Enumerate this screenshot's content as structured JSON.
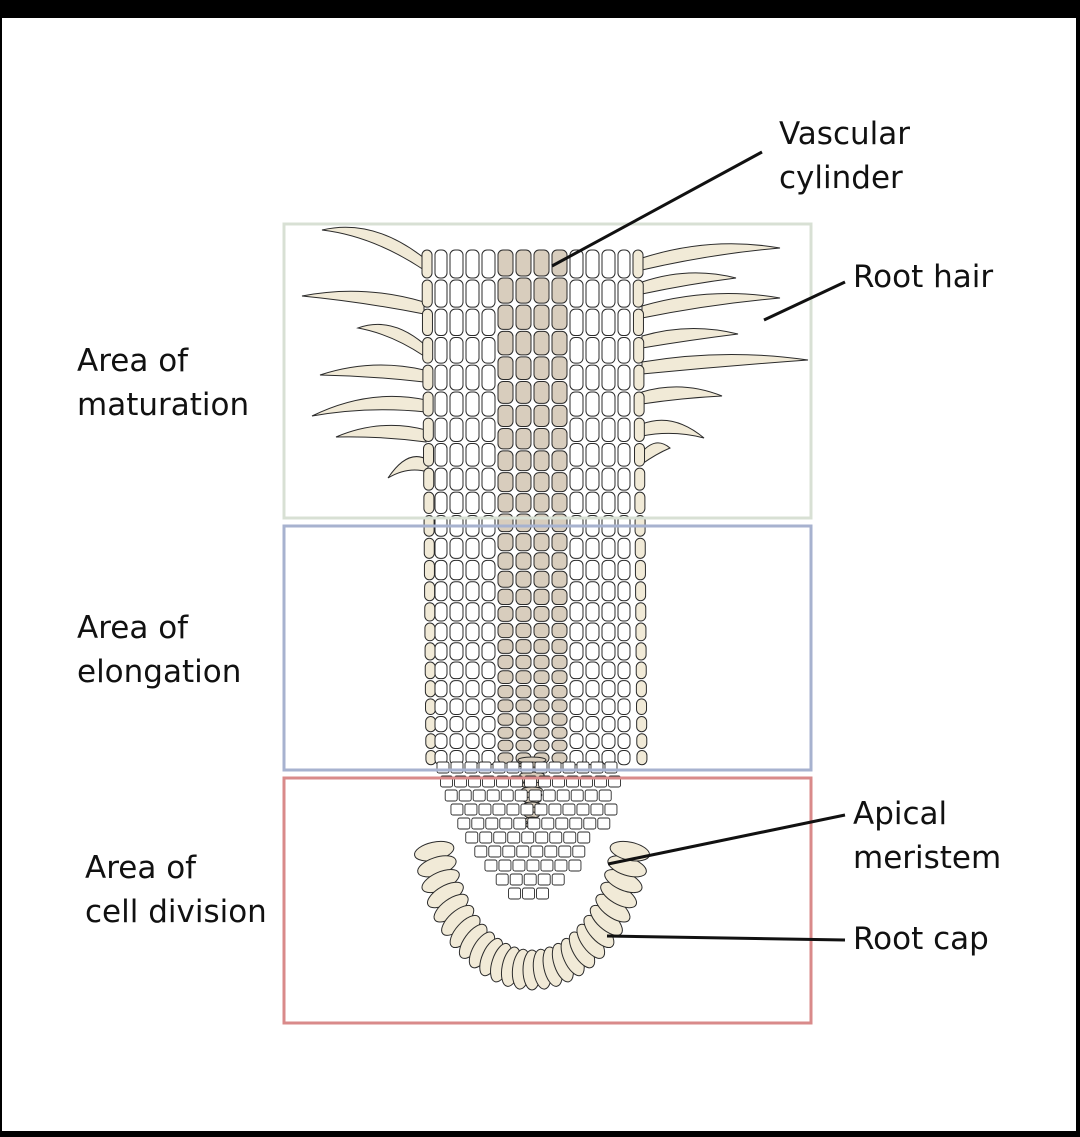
{
  "labels": {
    "vascular_cylinder": [
      "Vascular",
      "cylinder"
    ],
    "root_hair": "Root hair",
    "apical_meristem": [
      "Apical",
      "meristem"
    ],
    "root_cap": "Root cap",
    "zone_maturation": [
      "Area of",
      "maturation"
    ],
    "zone_elongation": [
      "Area of",
      "elongation"
    ],
    "zone_cell_division": [
      "Area of",
      "cell division"
    ]
  },
  "colors": {
    "background": "#000000",
    "paper": "#ffffff",
    "maturation_box": "#d8e0d4",
    "elongation_box": "#a7b2cf",
    "cell_division_box": "#d98a8a",
    "cortex_cell": "#ffffff",
    "epidermis_cell": "#f1ead7",
    "vascular_cell": "#d8cdbd",
    "root_hair": "#f1ead7",
    "root_cap_cell": "#f1ead7",
    "outline": "#2b2b2b"
  }
}
